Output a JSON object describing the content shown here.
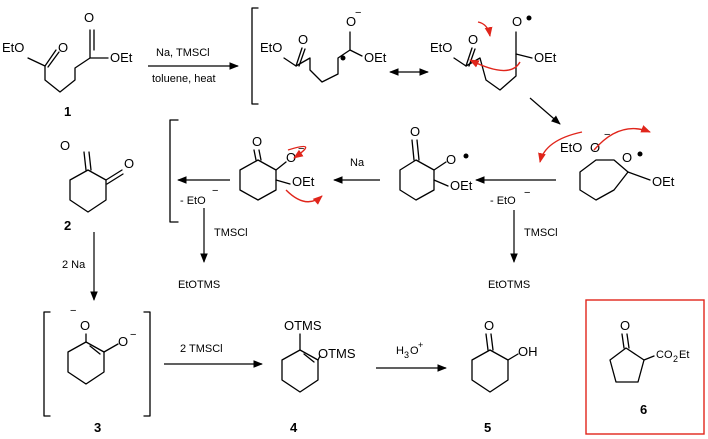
{
  "labels": {
    "compound_1": "1",
    "compound_2": "2",
    "compound_3": "3",
    "compound_4": "4",
    "compound_5": "5",
    "compound_6": "6"
  },
  "reagents": {
    "step1_top": "Na, TMSCl",
    "step1_bottom": "toluene, heat",
    "na": "Na",
    "minus_eto_left": "- EtO",
    "minus_eto_right": "- EtO",
    "tmscl_left": "TMSCl",
    "tmscl_right": "TMSCl",
    "etotms_left": "EtOTMS",
    "etotms_right": "EtOTMS",
    "two_na": "2 Na",
    "two_tmscl": "2 TMSCl",
    "h3o_base": "H",
    "h3o_sub": "3",
    "h3o_tail": "O"
  },
  "groups": {
    "eto": "EtO",
    "oet": "OEt",
    "o": "O",
    "oh": "OH",
    "otms": "OTMS",
    "co2et_a": "CO",
    "co2et_sub": "2",
    "co2et_b": "Et",
    "minus": "−",
    "plus": "+"
  },
  "colors": {
    "box": "#e0251b",
    "curved_arrows": "#e0251b"
  }
}
